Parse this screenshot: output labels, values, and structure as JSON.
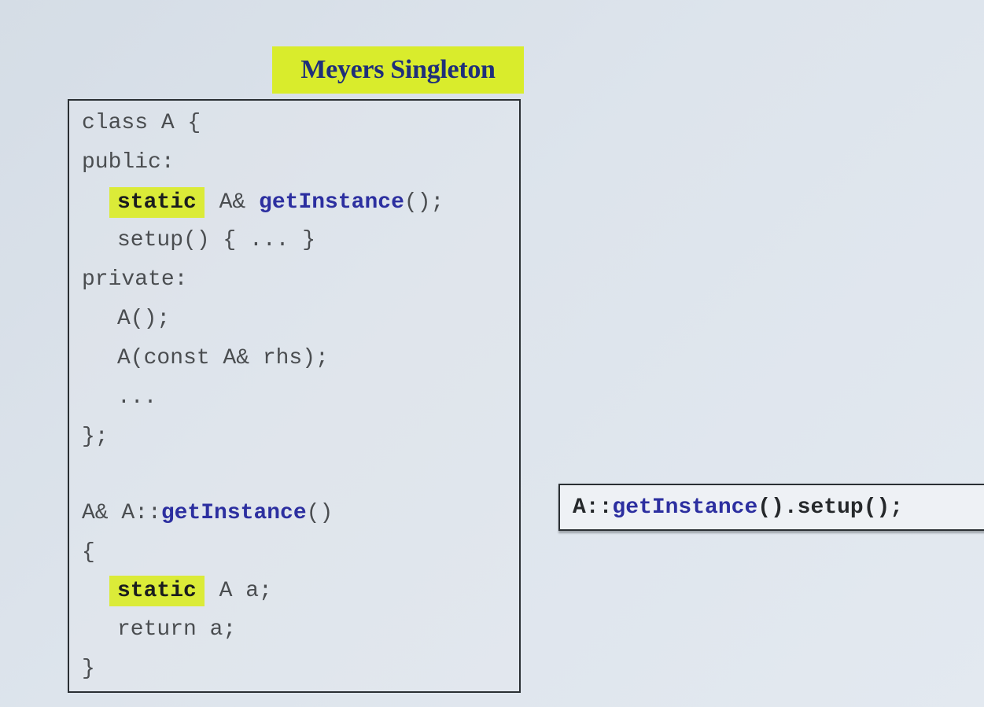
{
  "slide": {
    "title": "Meyers Singleton",
    "code": {
      "line1": "class A {",
      "line2": "public:",
      "line3": {
        "kw": "static",
        "mid": " A& ",
        "fn": "getInstance",
        "end": "();"
      },
      "line4": "setup() { ... }",
      "line5": "private:",
      "line6": "A();",
      "line7": "A(const A& rhs);",
      "line8": "...",
      "line9": "};",
      "line10": {
        "start": "A& A::",
        "fn": "getInstance",
        "end": "()"
      },
      "line11": "{",
      "line12": {
        "kw": "static",
        "rest": " A a;"
      },
      "line13": "return a;",
      "line14": "}"
    },
    "call": {
      "start": "A::",
      "fn": "getInstance",
      "end": "().setup();"
    },
    "colors": {
      "highlight": "#d9ec2c",
      "title_text": "#1f2f7a",
      "function_blue": "#2c2fa0"
    }
  }
}
